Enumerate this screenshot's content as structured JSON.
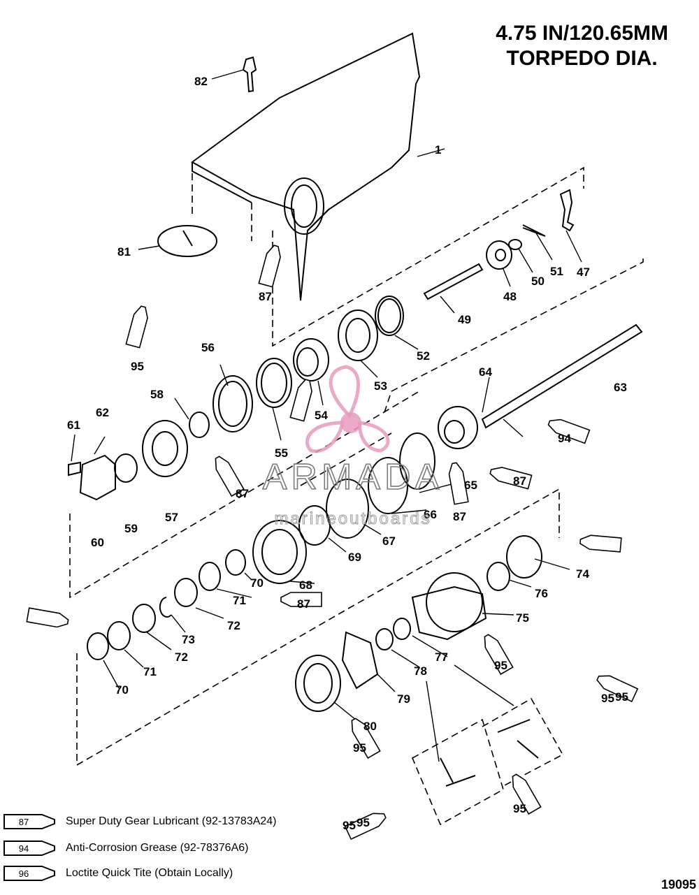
{
  "title": {
    "line1": "4.75 IN/120.65MM",
    "line2": "TORPEDO DIA."
  },
  "drawing_code": "19095",
  "watermark": {
    "brand": "ARMADA",
    "tagline": "marineoutboards"
  },
  "legend": [
    {
      "code": "87",
      "text": "Super Duty Gear Lubricant (92-13783A24)"
    },
    {
      "code": "94",
      "text": "Anti-Corrosion Grease (92-78376A6)"
    },
    {
      "code": "96",
      "text": "Loctite Quick Tite (Obtain Locally)"
    }
  ],
  "callouts": [
    "82",
    "1",
    "81",
    "47",
    "51",
    "50",
    "48",
    "49",
    "87",
    "52",
    "53",
    "54",
    "55",
    "56",
    "95",
    "58",
    "62",
    "61",
    "63",
    "64",
    "65",
    "66",
    "67",
    "57",
    "59",
    "60",
    "94",
    "87",
    "87",
    "87",
    "69",
    "70",
    "68",
    "71",
    "72",
    "73",
    "95",
    "74",
    "76",
    "75",
    "87",
    "71",
    "72",
    "70",
    "77",
    "95",
    "78",
    "79",
    "80",
    "95",
    "95",
    "95",
    "95",
    "95"
  ],
  "colors": {
    "line": "#000000",
    "watermark": "#e79bbd",
    "watermark_text": "#7a7a7a"
  }
}
